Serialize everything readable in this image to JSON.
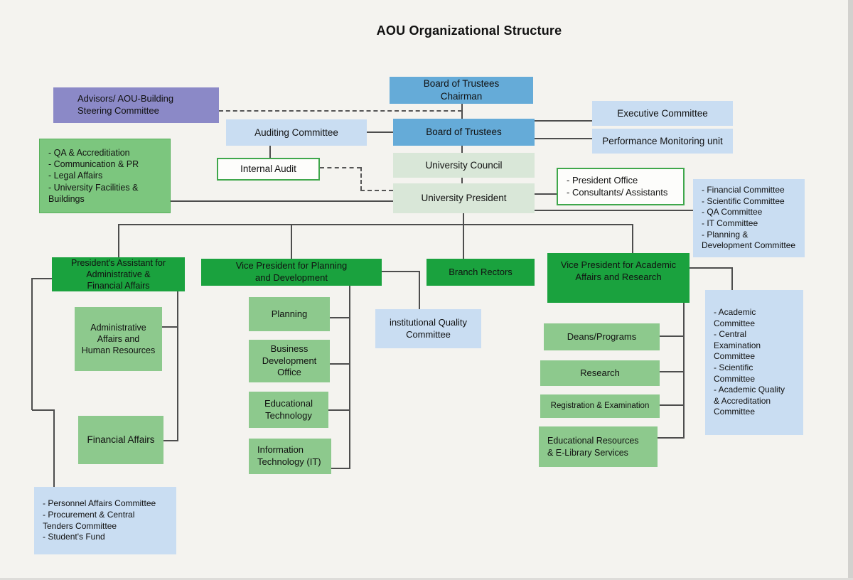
{
  "title": "AOU Organizational Structure",
  "colors": {
    "paper": "#f4f3ef",
    "blue": "#65abd8",
    "lightblue": "#c9ddf2",
    "palegreen": "#d9e7d8",
    "medgreen": "#8dc98d",
    "darkgreen": "#1aa23e",
    "purple": "#8b89c7",
    "green": "#7cc67e",
    "border_green": "#3fa74b",
    "line": "#4d4d4d"
  },
  "nodes": {
    "advisors": {
      "label": "Advisors/ AOU-Building\nSteering Committee"
    },
    "board_chairman": {
      "label": "Board of Trustees\nChairman"
    },
    "auditing_committee": {
      "label": "Auditing Committee"
    },
    "board_of_trustees": {
      "label": "Board of Trustees"
    },
    "executive_committee": {
      "label": "Executive Committee"
    },
    "performance_monitoring": {
      "label": "Performance Monitoring unit"
    },
    "internal_audit": {
      "label": "Internal Audit"
    },
    "qa_list": {
      "label": "- QA & Accreditiation\n- Communication & PR\n- Legal Affairs\n- University Facilities &\nBuildings"
    },
    "university_council": {
      "label": "University Council"
    },
    "university_president": {
      "label": "University President"
    },
    "president_office": {
      "label": "- President Office\n- Consultants/ Assistants"
    },
    "president_committees": {
      "label": "- Financial Committee\n- Scientific Committee\n- QA Committee\n- IT Committee\n- Planning &\nDevelopment Committee"
    },
    "presidents_assistant": {
      "label": "President's Assistant for\nAdministrative &\nFinancial Affairs"
    },
    "vp_planning": {
      "label": "Vice President for Planning\nand Development"
    },
    "branch_rectors": {
      "label": "Branch Rectors"
    },
    "vp_academic": {
      "label": "Vice President for Academic\nAffairs and Research"
    },
    "planning": {
      "label": "Planning"
    },
    "business_dev": {
      "label": "Business\nDevelopment\nOffice"
    },
    "ed_tech": {
      "label": "Educational\nTechnology"
    },
    "it": {
      "label": "Information\nTechnology (IT)"
    },
    "iqc": {
      "label": "institutional Quality\nCommittee"
    },
    "admin_hr": {
      "label": "Administrative\nAffairs and\nHuman Resources"
    },
    "financial_affairs": {
      "label": "Financial Affairs"
    },
    "deans": {
      "label": "Deans/Programs"
    },
    "research": {
      "label": "Research"
    },
    "registration": {
      "label": "Registration & Examination"
    },
    "edu_resources": {
      "label": "Educational Resources\n& E-Library Services"
    },
    "academic_committees": {
      "label": "- Academic\nCommittee\n- Central\nExamination\nCommittee\n- Scientific\nCommittee\n- Academic Quality\n& Accreditation\nCommittee"
    },
    "personnel_committees": {
      "label": "- Personnel Affairs Committee\n- Procurement & Central\nTenders Committee\n- Student's Fund"
    }
  }
}
